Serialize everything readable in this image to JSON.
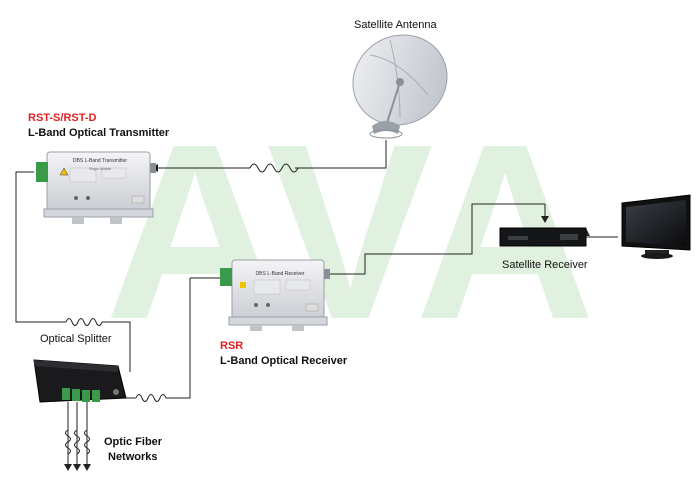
{
  "watermark": {
    "text": "AVA",
    "color": "#c8e6c8"
  },
  "transmitter": {
    "model": "RST-S/RST-D",
    "title": "L-Band Optical Transmitter",
    "device_label": "DBS  L-Band Transmitter",
    "device_sublabel": "Single Module"
  },
  "receiver": {
    "model": "RSR",
    "title": "L-Band Optical Receiver",
    "device_label": "DBS  L-Band Receiver"
  },
  "antenna": {
    "label": "Satellite Antenna"
  },
  "satellite_receiver": {
    "label": "Satellite Receiver"
  },
  "splitter": {
    "label": "Optical Splitter"
  },
  "networks": {
    "line1": "Optic Fiber",
    "line2": "Networks"
  },
  "colors": {
    "accent_red": "#e02020",
    "connector_green": "#3a9a4a",
    "line": "#222222"
  }
}
